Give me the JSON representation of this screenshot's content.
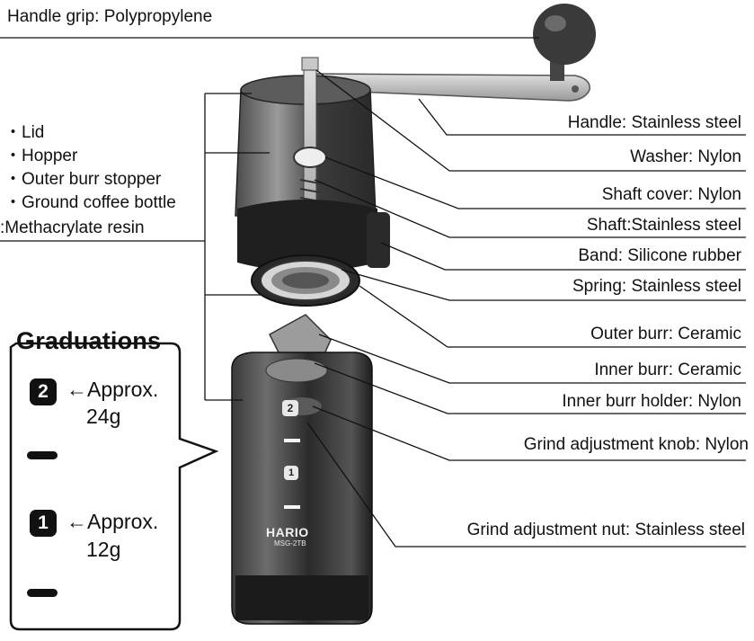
{
  "labels": {
    "handle_grip": "Handle grip: Polypropylene",
    "handle": "Handle: Stainless steel",
    "washer": "Washer: Nylon",
    "shaft_cover": "Shaft cover: Nylon",
    "shaft": "Shaft:Stainless steel",
    "band": "Band: Silicone rubber",
    "spring": "Spring: Stainless steel",
    "outer_burr": "Outer burr: Ceramic",
    "inner_burr": "Inner burr: Ceramic",
    "inner_burr_holder": "Inner burr holder: Nylon",
    "grind_knob": "Grind adjustment knob: Nylon",
    "grind_nut": "Grind adjustment nut: Stainless steel"
  },
  "resin_group": {
    "items": [
      "・Lid",
      "・Hopper",
      "・Outer burr stopper",
      "・Ground coffee bottle"
    ],
    "material": ":Methacrylate resin"
  },
  "graduations": {
    "title": "Graduations",
    "level2": {
      "badge": "2",
      "line1": "←Approx.",
      "line2": "24g"
    },
    "level1": {
      "badge": "1",
      "line1": "←Approx.",
      "line2": "12g"
    }
  },
  "product": {
    "brand": "HARIO",
    "model": "MSG-2TB",
    "marks": [
      "2",
      "1"
    ]
  },
  "colors": {
    "ink": "#111111",
    "body_dark": "#2a2a2a",
    "metal": "#b9b9b9",
    "background": "#ffffff"
  }
}
